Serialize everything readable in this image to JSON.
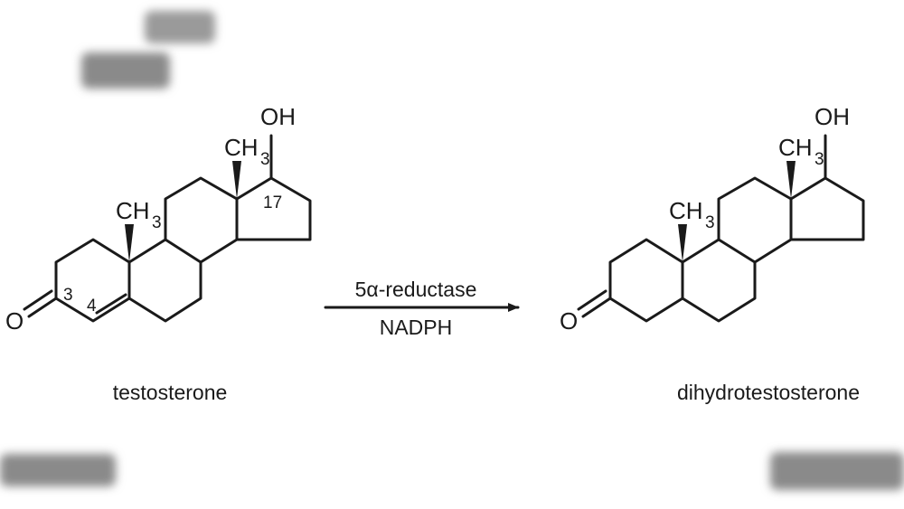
{
  "labels": {
    "oh": "OH",
    "ch": "CH",
    "three": "3",
    "oxygen": "O"
  },
  "left": {
    "caption": "testosterone",
    "pos_3": "3",
    "pos_4": "4",
    "pos_17": "17"
  },
  "right": {
    "caption": "dihydrotestosterone"
  },
  "reaction": {
    "enzyme": "5α-reductase",
    "cofactor": "NADPH"
  },
  "colors": {
    "ink": "#1a1a1a",
    "background": "#ffffff"
  }
}
